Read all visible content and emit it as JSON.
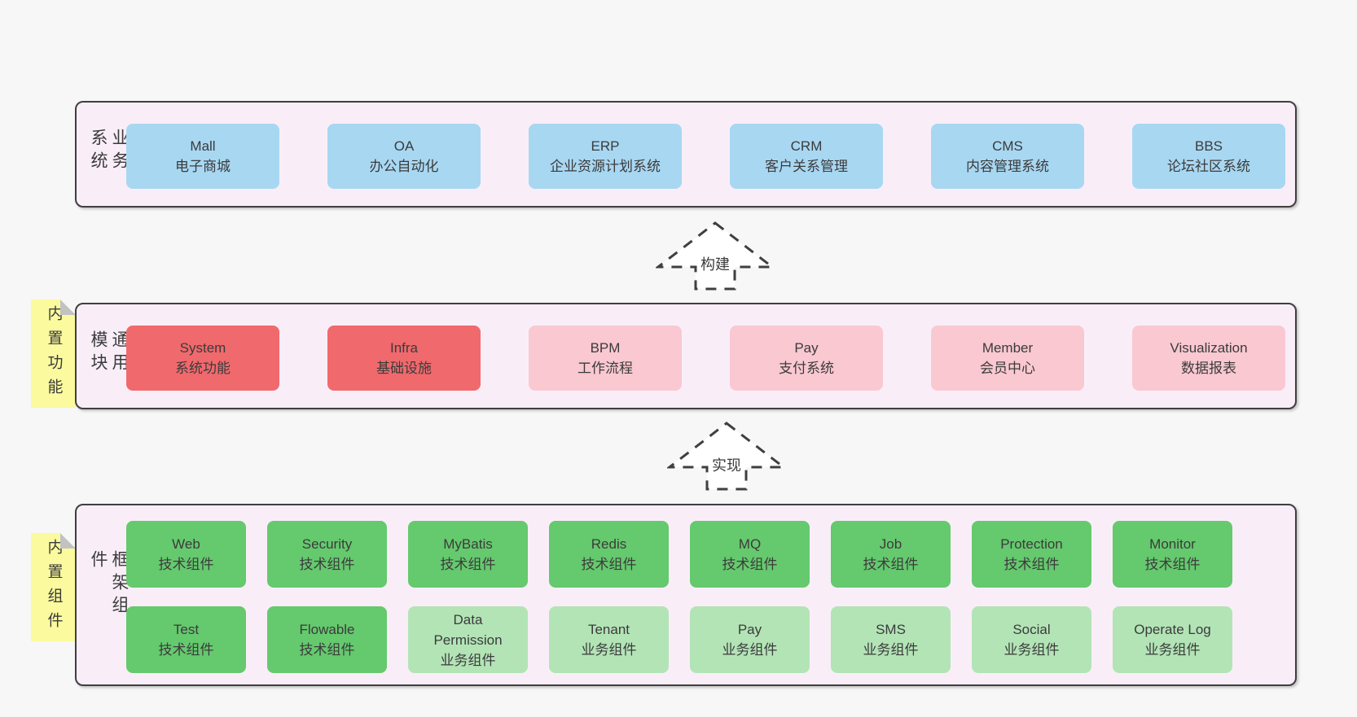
{
  "colors": {
    "page_bg": "#f7f7f7",
    "panel_bg": "#f9eef8",
    "panel_border": "#3f3f3f",
    "box_blue": "#a8d7f2",
    "box_red": "#f0696c",
    "box_pink": "#fac8d1",
    "box_green": "#65c96e",
    "box_green_light": "#b3e4b6",
    "sticky_yellow": "#fbfa9e",
    "sticky_fold": "#c2c2c2",
    "text": "#3b3b3b",
    "arrow_stroke": "#3f3f3f",
    "arrow_fill": "#ffffff"
  },
  "arrows": [
    {
      "label": "构建"
    },
    {
      "label": "实现"
    }
  ],
  "layers": [
    {
      "label": "业务系统",
      "boxes": [
        {
          "name": "Mall",
          "desc": "电子商城"
        },
        {
          "name": "OA",
          "desc": "办公自动化"
        },
        {
          "name": "ERP",
          "desc": "企业资源计划系统"
        },
        {
          "name": "CRM",
          "desc": "客户关系管理"
        },
        {
          "name": "CMS",
          "desc": "内容管理系统"
        },
        {
          "name": "BBS",
          "desc": "论坛社区系统"
        }
      ]
    },
    {
      "label": "通用模块",
      "sticky": "内置功能",
      "boxes": [
        {
          "name": "System",
          "desc": "系统功能"
        },
        {
          "name": "Infra",
          "desc": "基础设施"
        },
        {
          "name": "BPM",
          "desc": "工作流程"
        },
        {
          "name": "Pay",
          "desc": "支付系统"
        },
        {
          "name": "Member",
          "desc": "会员中心"
        },
        {
          "name": "Visualization",
          "desc": "数据报表"
        }
      ]
    },
    {
      "label": "框架组件",
      "sticky": "内置组件",
      "row1": [
        {
          "name": "Web",
          "desc": "技术组件"
        },
        {
          "name": "Security",
          "desc": "技术组件"
        },
        {
          "name": "MyBatis",
          "desc": "技术组件"
        },
        {
          "name": "Redis",
          "desc": "技术组件"
        },
        {
          "name": "MQ",
          "desc": "技术组件"
        },
        {
          "name": "Job",
          "desc": "技术组件"
        },
        {
          "name": "Protection",
          "desc": "技术组件"
        },
        {
          "name": "Monitor",
          "desc": "技术组件"
        }
      ],
      "row2": [
        {
          "name": "Test",
          "desc": "技术组件"
        },
        {
          "name": "Flowable",
          "desc": "技术组件"
        },
        {
          "name": "Data\nPermission",
          "desc": "业务组件"
        },
        {
          "name": "Tenant",
          "desc": "业务组件"
        },
        {
          "name": "Pay",
          "desc": "业务组件"
        },
        {
          "name": "SMS",
          "desc": "业务组件"
        },
        {
          "name": "Social",
          "desc": "业务组件"
        },
        {
          "name": "Operate Log",
          "desc": "业务组件"
        }
      ]
    }
  ]
}
